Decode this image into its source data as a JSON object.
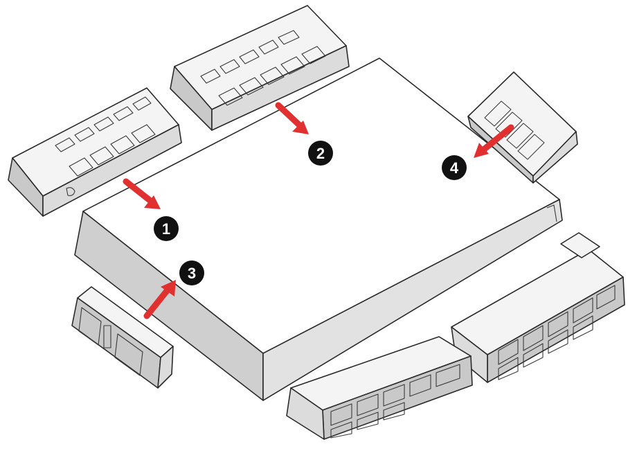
{
  "colors": {
    "background": "#ffffff",
    "part_top": "#f4f4f4",
    "part_front": "#c9c9c9",
    "part_side": "#dcdcdc",
    "part_dark": "#b8b8b8",
    "box_top": "#ffffff",
    "box_front": "#cfcfcf",
    "box_side": "#e2e2e2",
    "arrow": "#e03030",
    "callout_fill": "#111111",
    "callout_text": "#ffffff"
  },
  "callouts": [
    {
      "label": "1"
    },
    {
      "label": "2"
    },
    {
      "label": "3"
    },
    {
      "label": "4"
    }
  ]
}
